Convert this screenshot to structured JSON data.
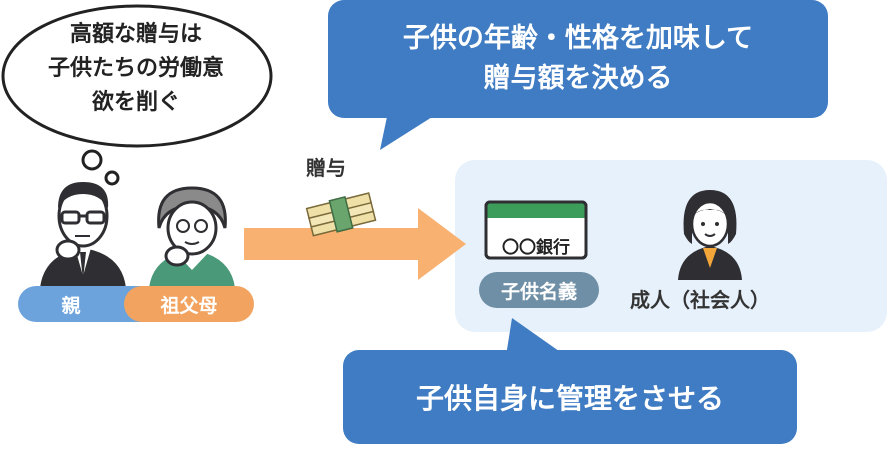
{
  "thought": {
    "line1": "高額な贈与は",
    "line2": "子供たちの労働意",
    "line3": "欲を削ぐ"
  },
  "callout_top": {
    "line1": "子供の年齢・性格を加味して",
    "line2": "贈与額を決める"
  },
  "callout_bottom": {
    "text": "子供自身に管理をさせる"
  },
  "gift_label": "贈与",
  "givers": {
    "parent_label": "親",
    "grandparent_label": "祖父母"
  },
  "bank_card": {
    "text": "〇〇銀行"
  },
  "account_label": "子供名義",
  "adult_label": "成人（社会人）",
  "colors": {
    "callout_blue": "#3f7cc3",
    "panel_bg": "#e7f1fb",
    "arrow_orange": "#f8b170",
    "parent_blue": "#6da3dc",
    "grand_orange": "#f2a35f",
    "card_green": "#3c9c5a",
    "account_gray": "#6f8fa6"
  }
}
